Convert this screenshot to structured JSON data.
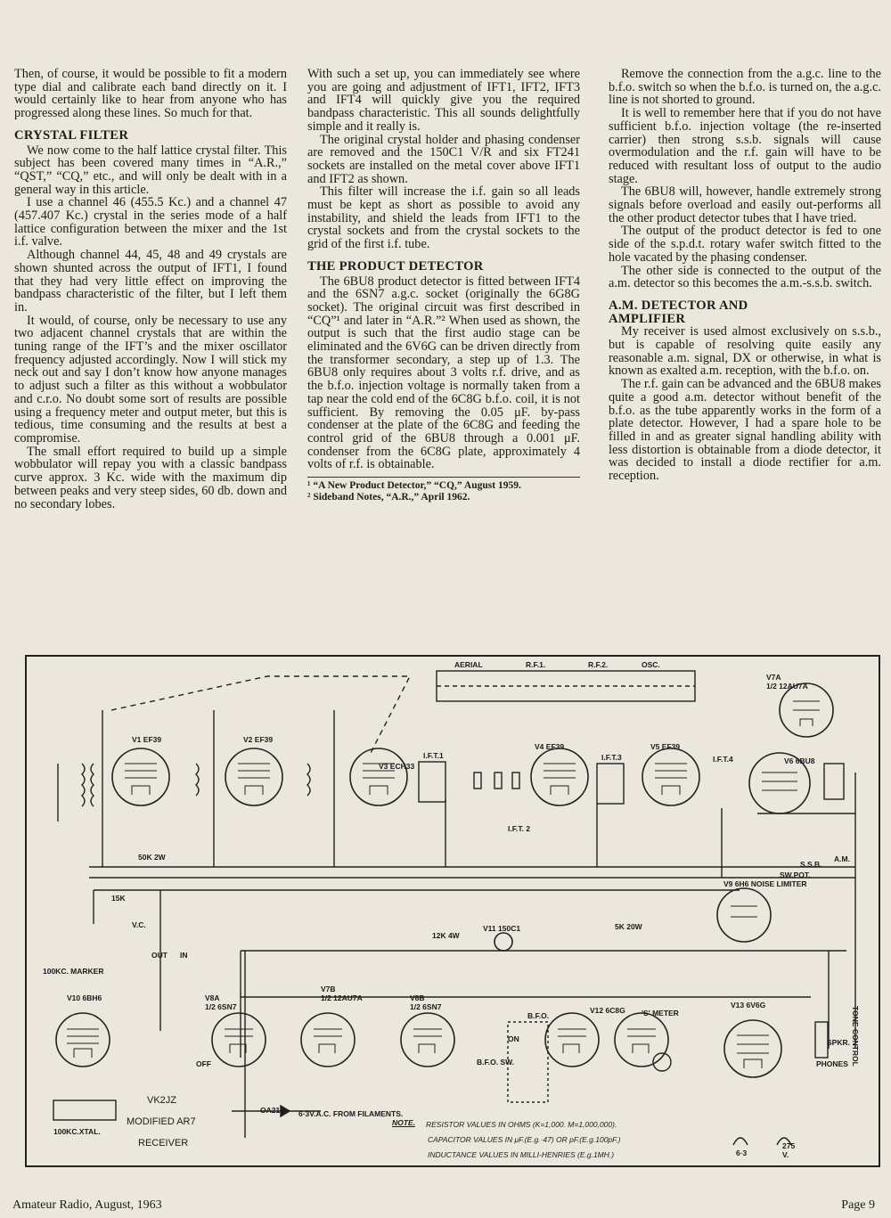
{
  "article": {
    "col1": {
      "p1": "Then, of course, it would be possible to fit a modern type dial and calibrate each band directly on it. I would certainly like to hear from anyone who has progressed along these lines. So much for that.",
      "h_crystal": "CRYSTAL FILTER",
      "p2": "We now come to the half lattice crystal filter. This subject has been covered many times in “A.R.,” “QST,” “CQ,” etc., and will only be dealt with in a general way in this article.",
      "p3": "I use a channel 46 (455.5 Kc.) and a channel 47 (457.407 Kc.) crystal in the series mode of a half lattice configuration between the mixer and the 1st i.f. valve.",
      "p4": "Although channel 44, 45, 48 and 49 crystals are shown shunted across the output of IFT1, I found that they had very little effect on improving the bandpass characteristic of the filter, but I left them in.",
      "p5": "It would, of course, only be necessary to use any two adjacent channel crystals that are within the tuning range of the IFT’s and the mixer oscillator frequency adjusted accordingly. Now I will stick my neck out and say I don’t know how anyone manages to adjust such a filter as this without a wobbulator and c.r.o. No doubt some sort of results are possible using a frequency meter and output meter, but this is tedious, time consuming and the results at best a compromise.",
      "p6": "The small effort required to build up a simple wobbulator will repay you with a classic bandpass curve approx. 3 Kc. wide with the maximum dip between peaks and very steep sides, 60 db. down and no secondary lobes."
    },
    "col2": {
      "p1": "With such a set up, you can immediately see where you are going and adjustment of IFT1, IFT2, IFT3 and IFT4 will quickly give you the required bandpass characteristic. This all sounds delightfully simple and it really is.",
      "p2": "The original crystal holder and phasing condenser are removed and the 150C1 V/R and six FT241 sockets are installed on the metal cover above IFT1 and IFT2 as shown.",
      "p3": "This filter will increase the i.f. gain so all leads must be kept as short as possible to avoid any instability, and shield the leads from IFT1 to the crystal sockets and from the crystal sockets to the grid of the first i.f. tube.",
      "h_product": "THE PRODUCT DETECTOR",
      "p4": "The 6BU8 product detector is fitted between IFT4 and the 6SN7 a.g.c. socket (originally the 6G8G socket). The original circuit was first described in “CQ”¹ and later in “A.R.”² When used as shown, the output is such that the first audio stage can be eliminated and the 6V6G can be driven directly from the transformer secondary, a step up of 1.3. The 6BU8 only requires about 3 volts r.f. drive, and as the b.f.o. injection voltage is normally taken from a tap near the cold end of the 6C8G b.f.o. coil, it is not sufficient. By removing the 0.05 μF. by-pass condenser at the plate of the 6C8G and feeding the control grid of the 6BU8 through a 0.001 μF. condenser from the 6C8G plate, approximately 4 volts of r.f. is obtainable.",
      "fn1": "¹ “A New Product Detector,” “CQ,” August 1959.",
      "fn2": "² Sideband Notes, “A.R.,” April 1962."
    },
    "col3": {
      "p1": "Remove the connection from the a.g.c. line to the b.f.o. switch so when the b.f.o. is turned on, the a.g.c. line is not shorted to ground.",
      "p2": "It is well to remember here that if you do not have sufficient b.f.o. injection voltage (the re-inserted carrier) then strong s.s.b. signals will cause overmodulation and the r.f. gain will have to be reduced with resultant loss of output to the audio stage.",
      "p3": "The 6BU8 will, however, handle extremely strong signals before overload and easily out-performs all the other product detector tubes that I have tried.",
      "p4": "The output of the product detector is fed to one side of the s.p.d.t. rotary wafer switch fitted to the hole vacated by the phasing condenser.",
      "p5": "The other side is connected to the output of the a.m. detector so this becomes the a.m.-s.s.b. switch.",
      "h_am1": "A.M. DETECTOR AND",
      "h_am2": "AMPLIFIER",
      "p6": "My receiver is used almost exclusively on s.s.b., but is capable of resolving quite easily any reasonable a.m. signal, DX or otherwise, in what is known as exalted a.m. reception, with the b.f.o. on.",
      "p7": "The r.f. gain can be advanced and the 6BU8 makes quite a good a.m. detector without benefit of the b.f.o. as the tube apparently works in the form of a plate detector. However, I had a spare hole to be filled in and as greater signal handling ability with less distortion is obtainable from a diode detector, it was decided to install a diode rectifier for a.m. reception."
    }
  },
  "schematic": {
    "tubes": [
      {
        "ref": "V1",
        "type": "EF39"
      },
      {
        "ref": "V2",
        "type": "EF39"
      },
      {
        "ref": "V3",
        "type": "ECH33"
      },
      {
        "ref": "V4",
        "type": "EF39"
      },
      {
        "ref": "V5",
        "type": "EF39"
      },
      {
        "ref": "V6",
        "type": "6BU8"
      },
      {
        "ref": "V7A",
        "type": "1/2 12AU7A"
      },
      {
        "ref": "V7B",
        "type": "1/2 12AU7A"
      },
      {
        "ref": "V8A",
        "type": "1/2 6SN7"
      },
      {
        "ref": "V8B",
        "type": "1/2 6SN7"
      },
      {
        "ref": "V9",
        "type": "6H6 NOISE LIMITER"
      },
      {
        "ref": "V10",
        "type": "6BH6"
      },
      {
        "ref": "V11",
        "type": "150C1"
      },
      {
        "ref": "V12",
        "type": "6C8G"
      },
      {
        "ref": "V13",
        "type": "6V6G"
      }
    ],
    "labels": {
      "aerial": "AERIAL",
      "rf1": "R.F.1.",
      "rf2": "R.F.2.",
      "osc": "OSC.",
      "ift1": "I.F.T.1",
      "ift2": "I.F.T. 2",
      "ift3": "I.F.T.3",
      "ift4": "I.F.T.4",
      "marker": "100KC. MARKER",
      "xtal": "100KC.XTAL.",
      "bfo": "B.F.O.",
      "bfo_sw": "B.F.O. SW.",
      "smeter": "'S' METER",
      "ssb": "S.S.B.",
      "am": "A.M.",
      "swpot": "SW.POT.",
      "spkr": "SPKR.",
      "phones": "PHONES",
      "tone": "TONE CONTROL",
      "r50k": "50K 2W",
      "r15k": "15K",
      "vc": "V.C.",
      "r12k": "12K 4W",
      "r5k20w": "5K 20W",
      "oa210": "OA210",
      "filaments": "6·3V.A.C. FROM FILAMENTS.",
      "vk2jz": "VK2JZ",
      "modified": "MODIFIED AR7",
      "receiver": "RECEIVER",
      "v63": "6·3",
      "v275": "275 V.",
      "out": "OUT",
      "in": "IN",
      "off": "OFF",
      "on": "ON"
    },
    "note": {
      "title": "NOTE.",
      "line1": "RESISTOR VALUES IN OHMS (K=1,000. M=1,000,000).",
      "line2": "CAPACITOR VALUES IN μF.(E.g.·47) OR pF.(E.g.100pF.)",
      "line3": "INDUCTANCE VALUES IN MILLI-HENRIES (E.g.1MH.)"
    }
  },
  "footer": {
    "left": "Amateur Radio, August, 1963",
    "right": "Page 9"
  }
}
